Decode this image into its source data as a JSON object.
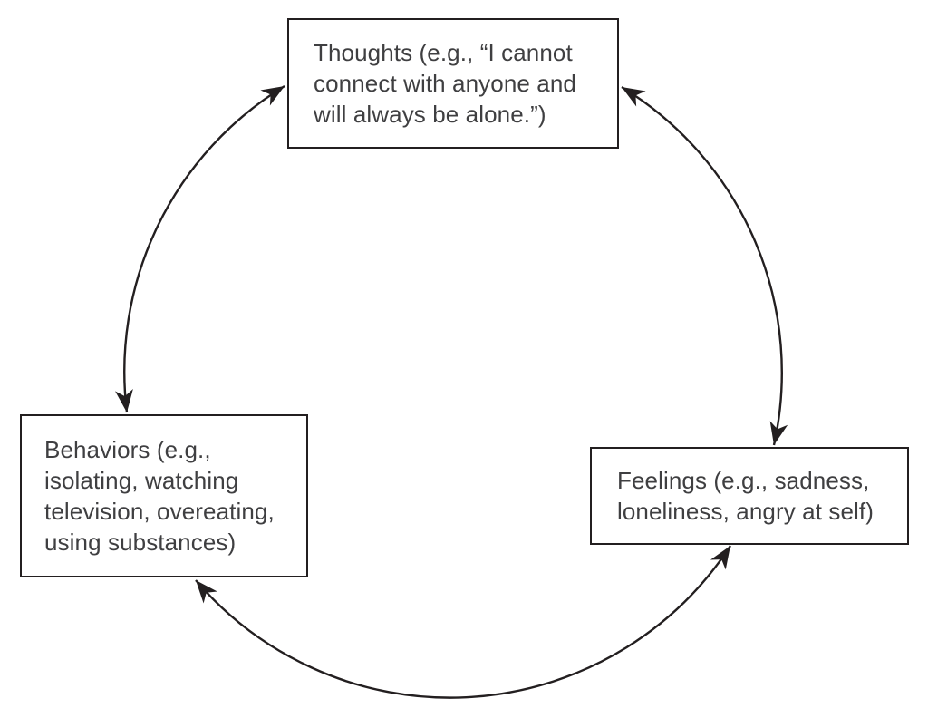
{
  "diagram": {
    "type": "cycle",
    "background_color": "#ffffff",
    "line_color": "#231f20",
    "text_color": "#3f3f41",
    "node_border_color": "#231f20",
    "node_fill_color": "#ffffff",
    "nodes": {
      "thoughts": {
        "label": "Thoughts (e.g., “I cannot connect with anyone and will always be alone.”)",
        "lines": [
          "Thoughts (e.g., “I cannot",
          "connect with anyone and",
          "will always be alone.”)"
        ]
      },
      "behaviors": {
        "label": "Behaviors (e.g., isolating, watching television, overeating, using substances)",
        "lines": [
          "Behaviors (e.g.,",
          "isolating, watching",
          "television, overeating,",
          "using substances)"
        ]
      },
      "feelings": {
        "label": "Feelings (e.g., sadness, loneliness, angry at self)",
        "lines": [
          "Feelings (e.g., sadness,",
          "loneliness, angry at self)"
        ]
      }
    },
    "edges": [
      {
        "between": [
          "thoughts",
          "behaviors"
        ],
        "direction": "bidirectional",
        "shape": "curved-arc"
      },
      {
        "between": [
          "thoughts",
          "feelings"
        ],
        "direction": "bidirectional",
        "shape": "curved-arc"
      },
      {
        "between": [
          "behaviors",
          "feelings"
        ],
        "direction": "bidirectional",
        "shape": "curved-arc"
      }
    ]
  }
}
